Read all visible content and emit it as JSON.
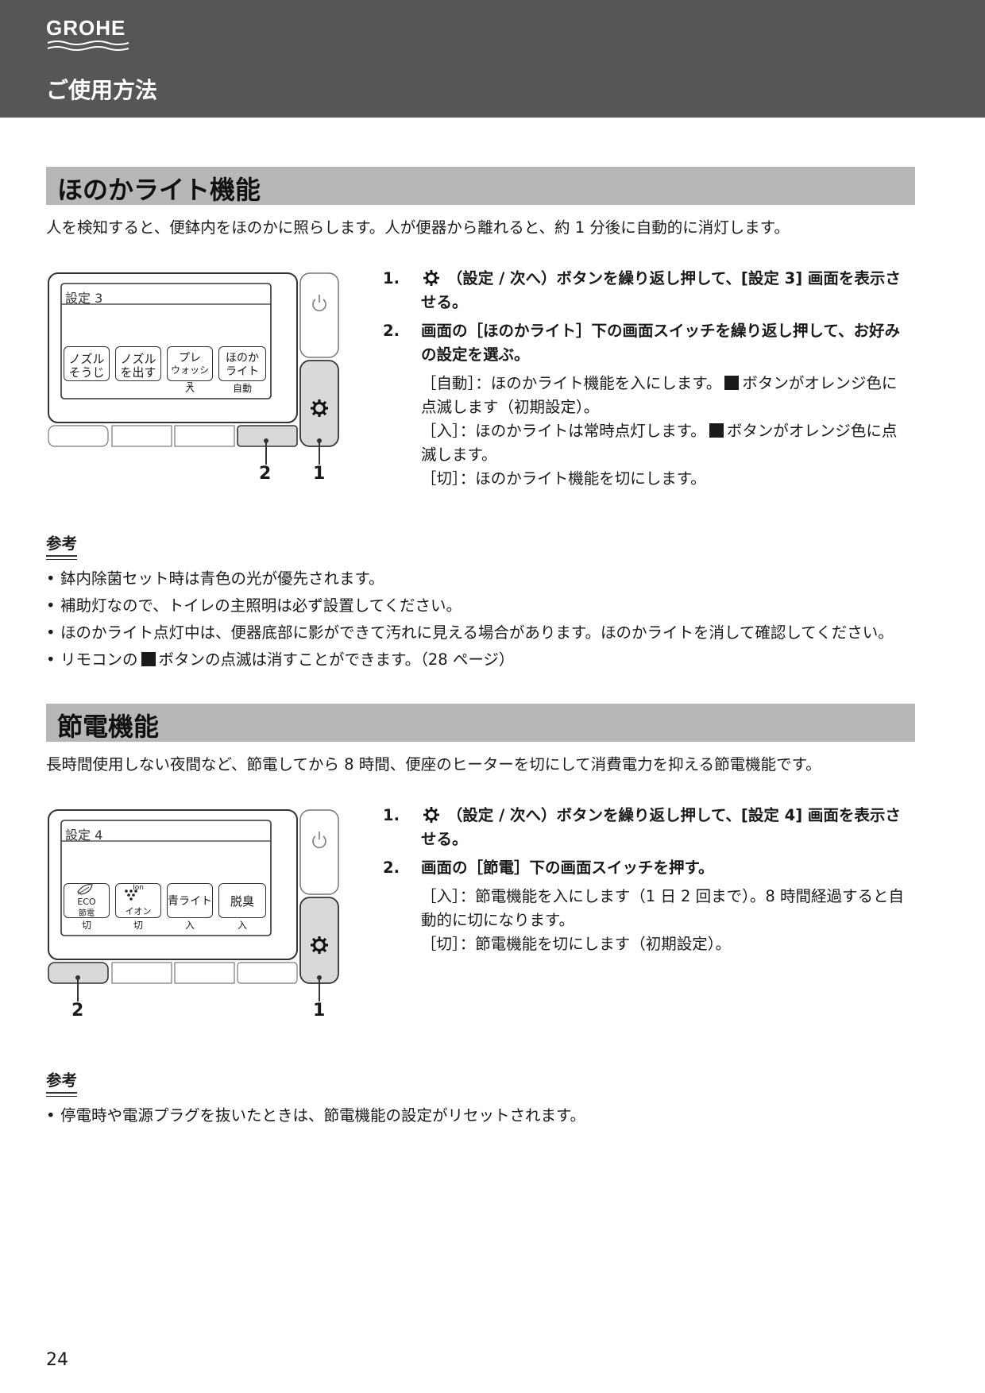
{
  "header": {
    "logo_text": "GROHE",
    "title": "ご使用方法"
  },
  "section1": {
    "title": "ほのかライト機能",
    "intro": "人を検知すると、便鉢内をほのかに照らします。人が便器から離れると、約 1 分後に自動的に消灯します。",
    "panel": {
      "screen_title": "設定 3",
      "buttons": [
        {
          "line1": "ノズル",
          "line2": "そうじ",
          "value": ""
        },
        {
          "line1": "ノズル",
          "line2": "を出す",
          "value": ""
        },
        {
          "line1": "プレ",
          "line2": "ウォッシュ",
          "value": "入"
        },
        {
          "line1": "ほのか",
          "line2": "ライト",
          "value": "自動"
        }
      ],
      "callouts": [
        "2",
        "1"
      ]
    },
    "steps": [
      {
        "num": "1.",
        "text": "（設定 / 次へ）ボタンを繰り返し押して、[設定 3] 画面を表示させる。"
      },
      {
        "num": "2.",
        "text": "画面の［ほのかライト］下の画面スイッチを繰り返し押して、お好みの設定を選ぶ。"
      }
    ],
    "options": [
      {
        "pre": "［自動］：ほのかライト機能を入にします。",
        "post": "ボタンがオレンジ色に点滅します（初期設定）。"
      },
      {
        "pre": "［入］：ほのかライトは常時点灯します。",
        "post": "ボタンがオレンジ色に点滅します。"
      },
      {
        "pre": "［切］：ほのかライト機能を切にします。",
        "post": ""
      }
    ],
    "note_heading": "参考",
    "notes": [
      "鉢内除菌セット時は青色の光が優先されます。",
      "補助灯なので、トイレの主照明は必ず設置してください。",
      "ほのかライト点灯中は、便器底部に影ができて汚れに見える場合があります。ほのかライトを消して確認してください。"
    ],
    "note_last_pre": "リモコンの",
    "note_last_post": "ボタンの点滅は消すことができます。（28 ページ）"
  },
  "section2": {
    "title": "節電機能",
    "intro": "長時間使用しない夜間など、節電してから 8 時間、便座のヒーターを切にして消費電力を抑える節電機能です。",
    "panel": {
      "screen_title": "設定 4",
      "buttons": [
        {
          "line1": "ECO",
          "line2": "節電",
          "value": "切"
        },
        {
          "line1": "Ion",
          "line2": "イオン",
          "value": "切"
        },
        {
          "line1": "青ライト",
          "line2": "",
          "value": "入"
        },
        {
          "line1": "脱臭",
          "line2": "",
          "value": "入"
        }
      ],
      "callouts": [
        "2",
        "1"
      ]
    },
    "steps": [
      {
        "num": "1.",
        "text": "（設定 / 次へ）ボタンを繰り返し押して、[設定 4] 画面を表示させる。"
      },
      {
        "num": "2.",
        "text": "画面の［節電］下の画面スイッチを押す。"
      }
    ],
    "options": [
      {
        "pre": "［入］：節電機能を入にします（1 日 2 回まで）。8 時間経過すると自動的に切になります。",
        "post": ""
      },
      {
        "pre": "［切］：節電機能を切にします（初期設定）。",
        "post": ""
      }
    ],
    "note_heading": "参考",
    "notes": [
      "停電時や電源プラグを抜いたときは、節電機能の設定がリセットされます。"
    ]
  },
  "page_number": "24"
}
